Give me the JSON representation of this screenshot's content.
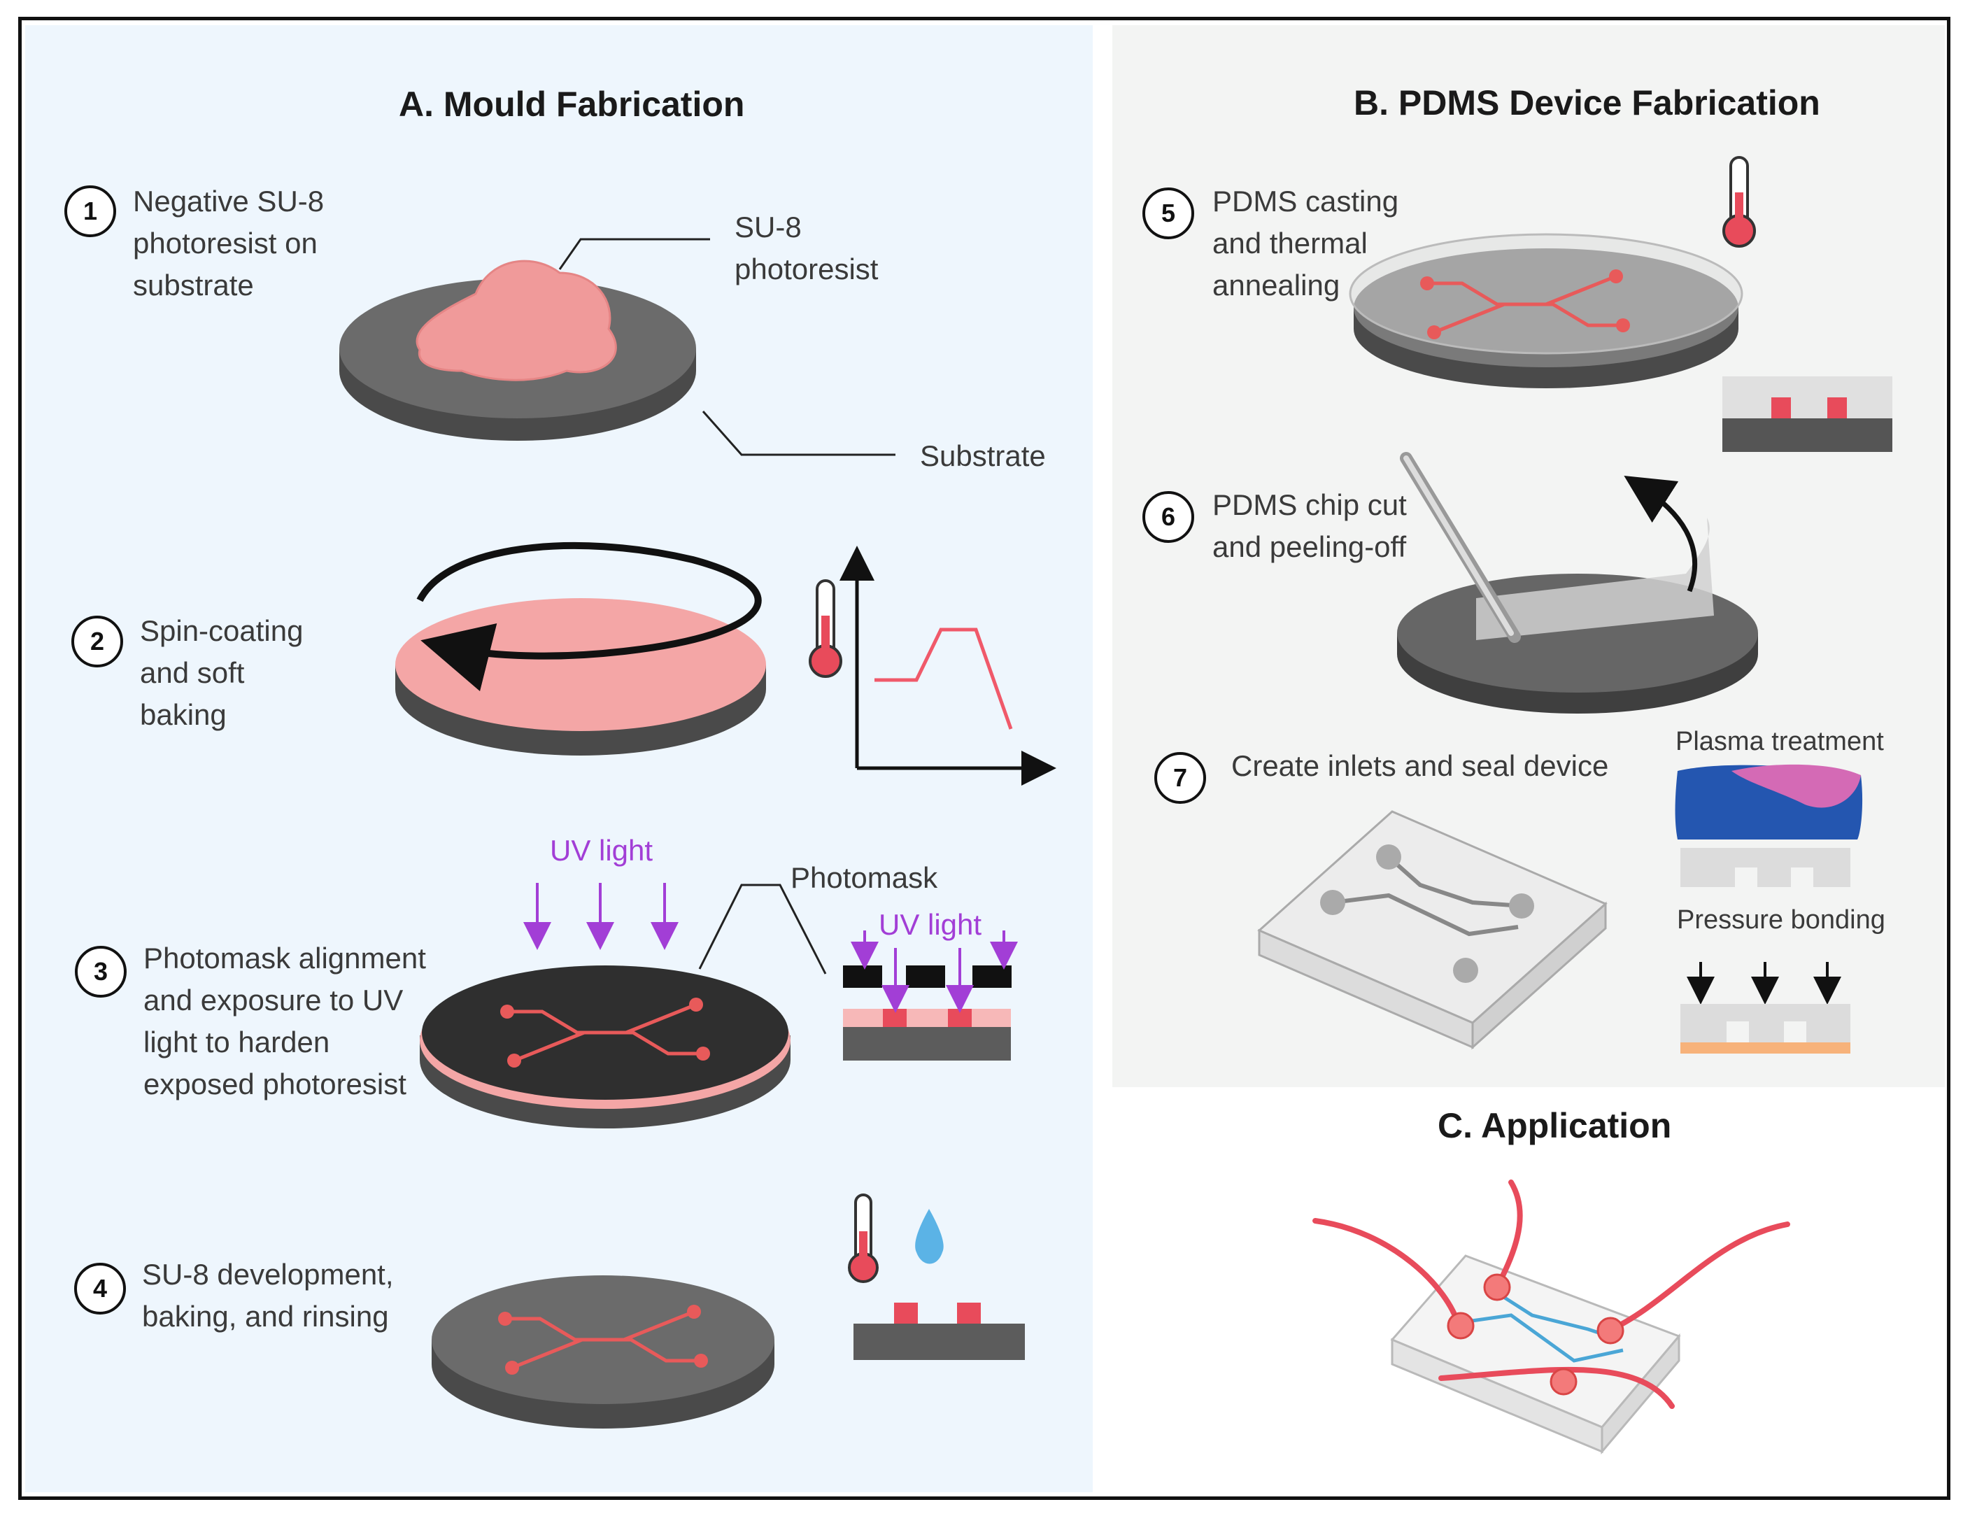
{
  "panel_a": {
    "title": "A. Mould Fabrication",
    "steps": [
      {
        "num": "1",
        "text": "Negative SU-8\nphotoresist on\nsubstrate"
      },
      {
        "num": "2",
        "text": "Spin-coating\nand soft\nbaking"
      },
      {
        "num": "3",
        "text": "Photomask alignment\nand exposure to UV\nlight to harden\nexposed photoresist"
      },
      {
        "num": "4",
        "text": "SU-8 development,\nbaking, and rinsing"
      }
    ],
    "labels": {
      "su8": "SU-8\nphotoresist",
      "substrate": "Substrate",
      "photomask": "Photomask",
      "uv_light": "UV light"
    }
  },
  "panel_b": {
    "title": "B. PDMS Device Fabrication",
    "steps": [
      {
        "num": "5",
        "text": "PDMS casting\nand thermal\nannealing"
      },
      {
        "num": "6",
        "text": "PDMS chip cut\nand peeling-off"
      },
      {
        "num": "7",
        "text": "Create inlets and seal device"
      }
    ],
    "labels": {
      "plasma": "Plasma treatment",
      "pressure": "Pressure bonding"
    }
  },
  "panel_c": {
    "title": "C. Application"
  },
  "colors": {
    "panel_a_bg": "#eef6fd",
    "panel_b_bg": "#f3f4f3",
    "photoresist_pink": "#f09a9a",
    "channel_red": "#e85a5a",
    "substrate_gray": "#5c5c5c",
    "uv_purple": "#a23ed6",
    "water_blue": "#5bb3e6",
    "plasma_blue": "#2456b0",
    "plasma_pink": "#d46ab5",
    "bond_orange": "#f7b27a"
  },
  "icons": [
    "thermometer-icon",
    "water-drop-icon",
    "scalpel-icon",
    "curved-arrow-icon"
  ]
}
